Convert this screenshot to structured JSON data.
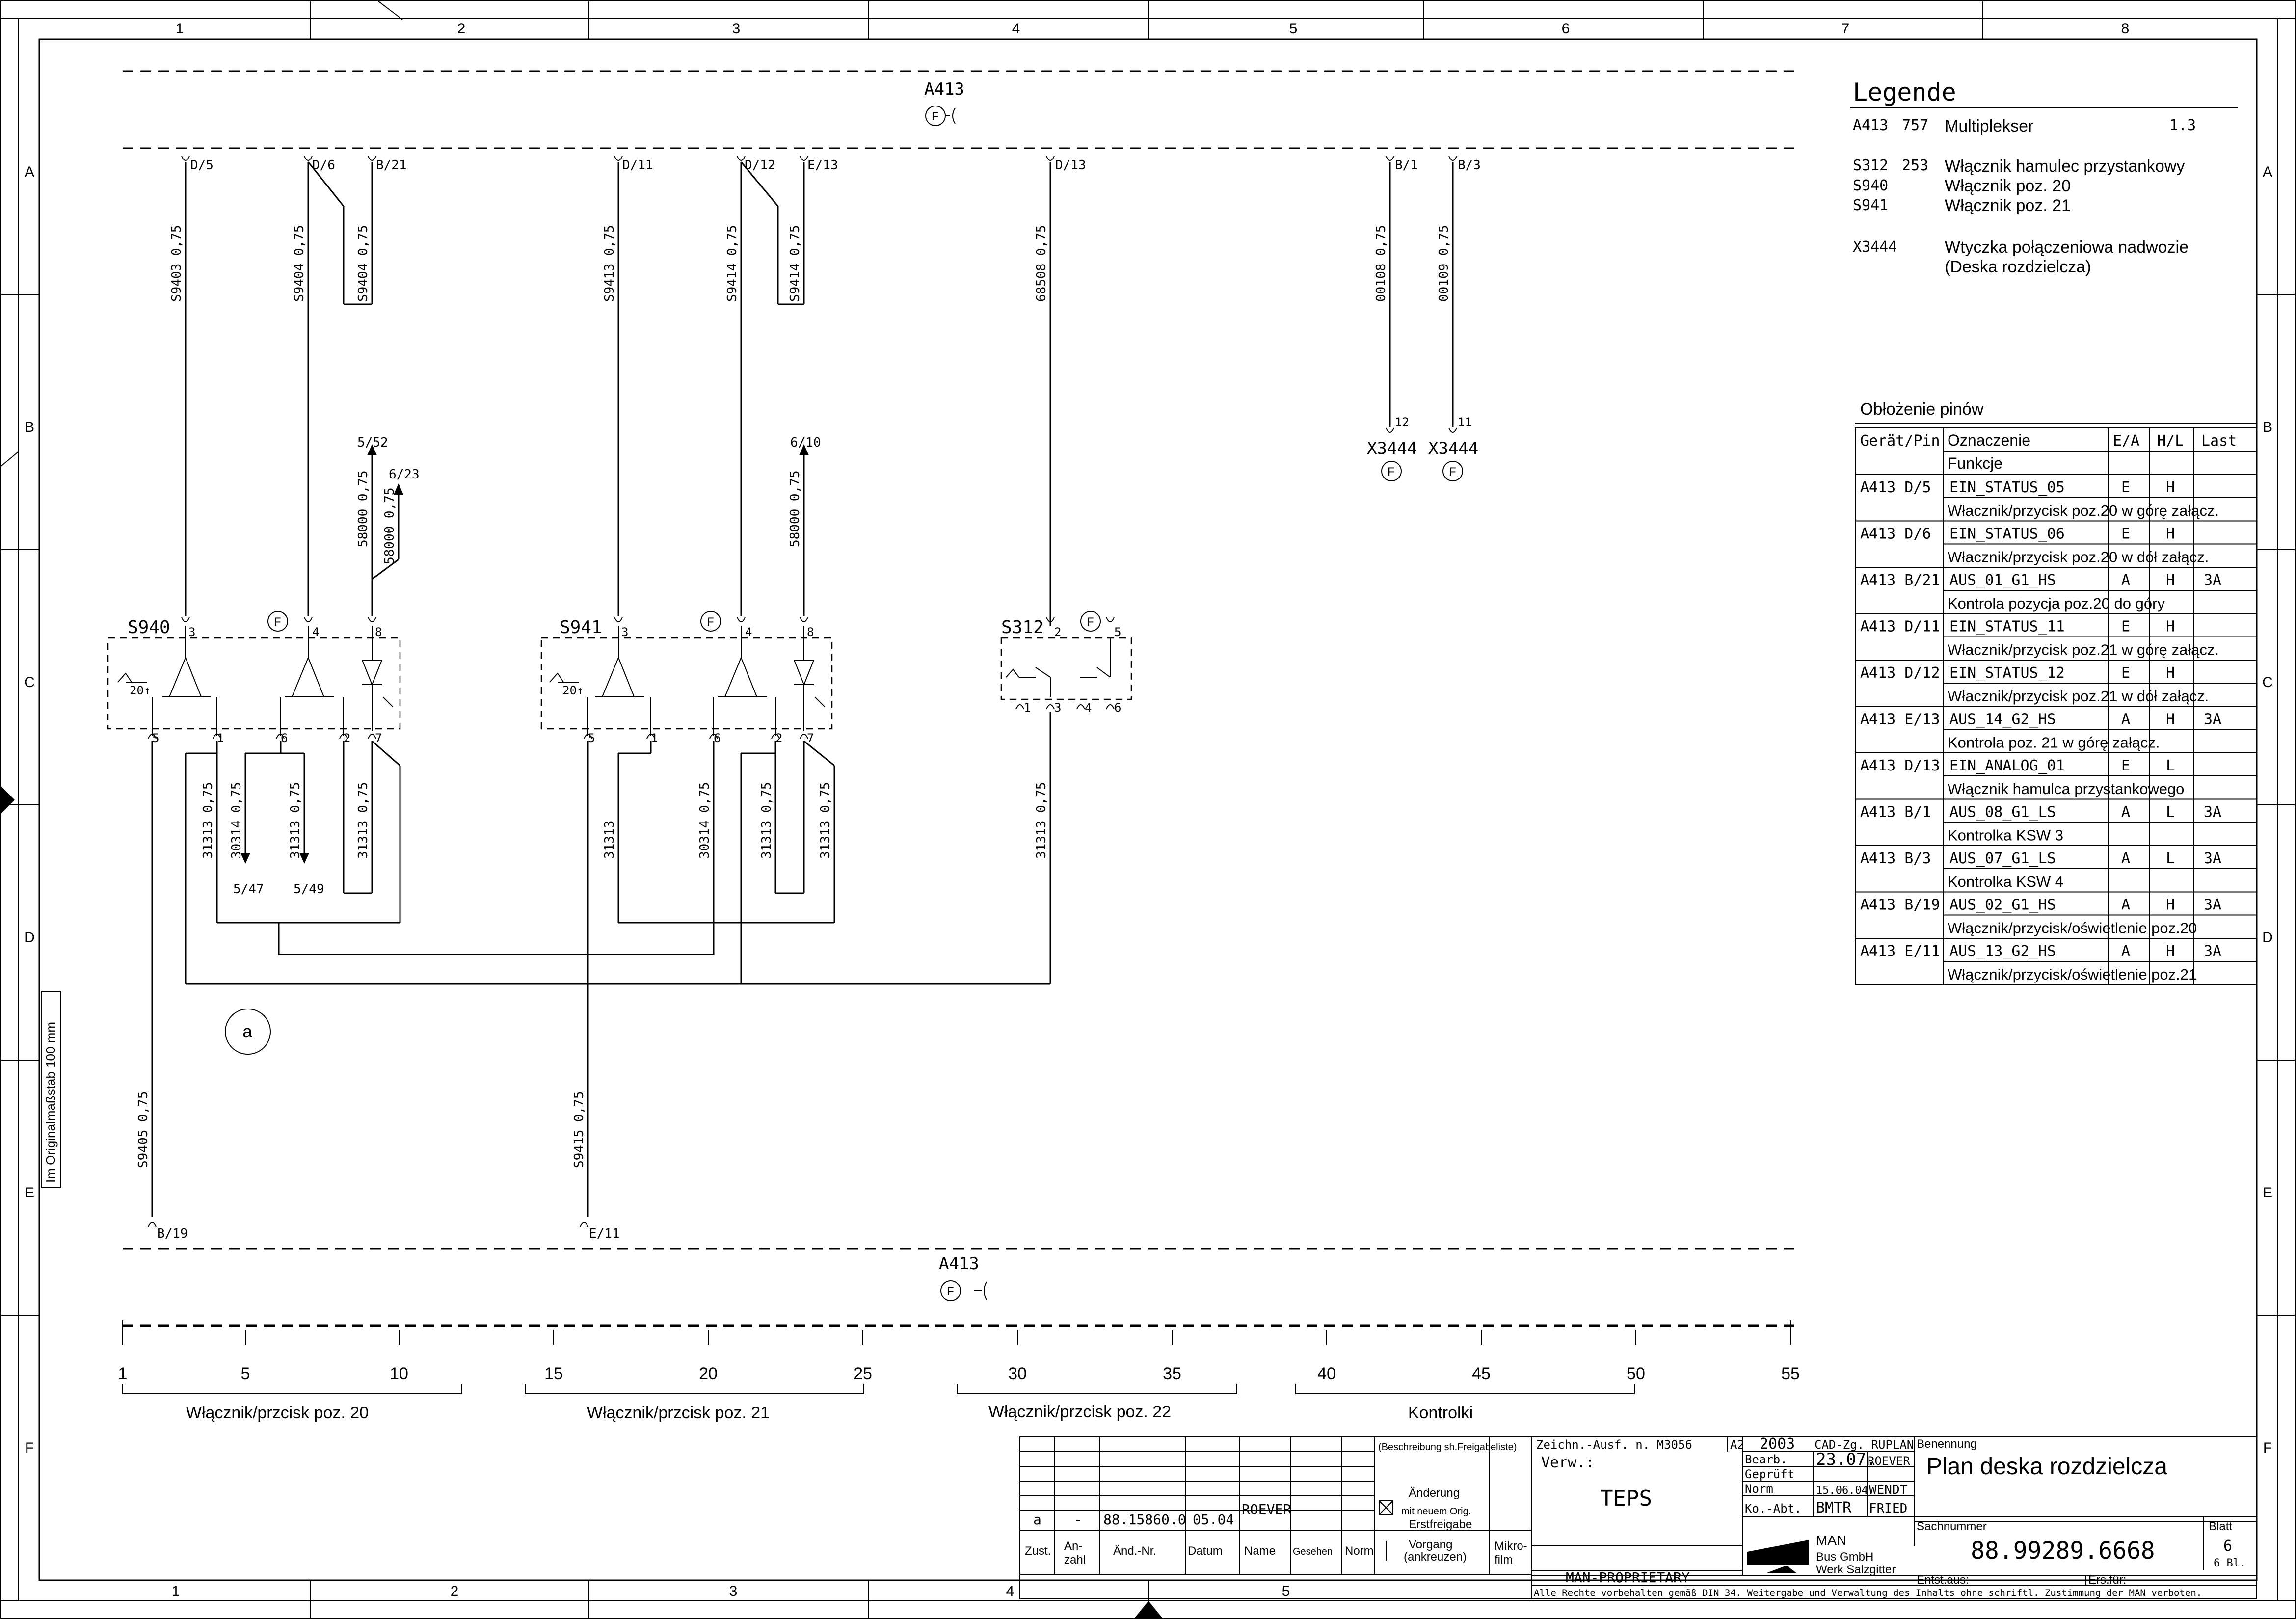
{
  "sheet": {
    "columns": [
      "1",
      "2",
      "3",
      "4",
      "5",
      "6",
      "7",
      "8"
    ],
    "rows": [
      "A",
      "B",
      "C",
      "D",
      "E",
      "F"
    ],
    "scale_note": "Im Originalmaßstab 100 mm"
  },
  "connector": {
    "name": "A413",
    "f_symbol": "F",
    "top_pins": [
      "D/5",
      "D/6",
      "B/21",
      "D/11",
      "D/12",
      "E/13",
      "D/13",
      "B/1",
      "B/3"
    ],
    "bottom_pins": [
      "B/19",
      "E/11"
    ]
  },
  "wires": {
    "top": [
      "S9403 0,75",
      "S9404 0,75",
      "S9404 0,75",
      "S9413 0,75",
      "S9414 0,75",
      "S9414 0,75",
      "68508 0,75",
      "00108 0,75",
      "00109 0,75"
    ],
    "mid": [
      "58000 0,75",
      "58000 0,75",
      "58000 0,75"
    ],
    "lower": [
      "31313 0,75",
      "30314 0,75",
      "31313 0,75",
      "31313 0,75",
      "31313",
      "30314 0,75",
      "31313 0,75",
      "31313 0,75",
      "31313 0,75"
    ],
    "bottom": [
      "S9405 0,75",
      "S9415 0,75"
    ]
  },
  "refs": [
    "5/52",
    "6/23",
    "6/10",
    "5/47",
    "5/49"
  ],
  "x3444": {
    "name": "X3444",
    "pins": [
      "12",
      "11"
    ]
  },
  "switches": {
    "s940": {
      "name": "S940",
      "pins": [
        "3",
        "4",
        "8",
        "5",
        "1",
        "6",
        "2",
        "7"
      ],
      "angle": "20↑"
    },
    "s941": {
      "name": "S941",
      "pins": [
        "3",
        "4",
        "8",
        "5",
        "1",
        "6",
        "2",
        "7"
      ],
      "angle": "20↑"
    },
    "s312": {
      "name": "S312",
      "pins": [
        "2",
        "5",
        "1",
        "3",
        "4",
        "6"
      ]
    }
  },
  "circle_marker": "a",
  "legend": {
    "title": "Legende",
    "rows": [
      {
        "code": "A413",
        "num": "757",
        "text": "Multiplekser",
        "extra": "1.3"
      },
      {
        "code": "S312",
        "num": "253",
        "text": "Włącznik hamulec przystankowy",
        "extra": ""
      },
      {
        "code": "S940",
        "num": "",
        "text": "Włącznik poz. 20",
        "extra": ""
      },
      {
        "code": "S941",
        "num": "",
        "text": "Włącznik poz. 21",
        "extra": ""
      },
      {
        "code": "X3444",
        "num": "",
        "text": "Wtyczka połączeniowa nadwozie",
        "extra": ""
      },
      {
        "code": "",
        "num": "",
        "text": "(Deska rozdzielcza)",
        "extra": ""
      }
    ]
  },
  "pin_table": {
    "title": "Obłożenie pinów",
    "headers": [
      "Gerät/Pin",
      "Oznaczenie",
      "E/A",
      "H/L",
      "Last"
    ],
    "subheader": "Funkcje",
    "rows": [
      {
        "dev": "A413  D/5",
        "sig": "EIN_STATUS_05",
        "ea": "E",
        "hl": "H",
        "last": "",
        "desc": "Włacznik/przycisk poz.20 w górę załącz."
      },
      {
        "dev": "A413  D/6",
        "sig": "EIN_STATUS_06",
        "ea": "E",
        "hl": "H",
        "last": "",
        "desc": "Włacznik/przycisk poz.20 w dół załącz."
      },
      {
        "dev": "A413  B/21",
        "sig": "AUS_01_G1_HS",
        "ea": "A",
        "hl": "H",
        "last": "3A",
        "desc": "Kontrola pozycja poz.20 do góry"
      },
      {
        "dev": "A413  D/11",
        "sig": "EIN_STATUS_11",
        "ea": "E",
        "hl": "H",
        "last": "",
        "desc": "Włacznik/przycisk poz.21 w górę załącz."
      },
      {
        "dev": "A413  D/12",
        "sig": "EIN_STATUS_12",
        "ea": "E",
        "hl": "H",
        "last": "",
        "desc": "Włacznik/przycisk poz.21 w dół załącz."
      },
      {
        "dev": "A413  E/13",
        "sig": "AUS_14_G2_HS",
        "ea": "A",
        "hl": "H",
        "last": "3A",
        "desc": "Kontrola poz. 21 w górę załącz."
      },
      {
        "dev": "A413  D/13",
        "sig": "EIN_ANALOG_01",
        "ea": "E",
        "hl": "L",
        "last": "",
        "desc": "Włącznik hamulca przystankowego"
      },
      {
        "dev": "A413  B/1",
        "sig": "AUS_08_G1_LS",
        "ea": "A",
        "hl": "L",
        "last": "3A",
        "desc": "Kontrolka          KSW 3"
      },
      {
        "dev": "A413  B/3",
        "sig": "AUS_07_G1_LS",
        "ea": "A",
        "hl": "L",
        "last": "3A",
        "desc": "Kontrolka          KSW 4"
      },
      {
        "dev": "A413  B/19",
        "sig": "AUS_02_G1_HS",
        "ea": "A",
        "hl": "H",
        "last": "3A",
        "desc": "Włącznik/przycisk/oświetlenie poz.20"
      },
      {
        "dev": "A413  E/11",
        "sig": "AUS_13_G2_HS",
        "ea": "A",
        "hl": "H",
        "last": "3A",
        "desc": "Włącznik/przycisk/oświetlenie poz.21"
      }
    ]
  },
  "ruler": {
    "labels": [
      "1",
      "5",
      "10",
      "15",
      "20",
      "25",
      "30",
      "35",
      "40",
      "45",
      "50",
      "55"
    ],
    "groups": [
      "Włącznik/przcisk poz. 20",
      "Włącznik/przcisk poz. 21",
      "Włącznik/przcisk poz. 22",
      "Kontrolki"
    ]
  },
  "title_block": {
    "rev_mark": "a",
    "rev_count": "-",
    "rev_no": "88.15860.0",
    "rev_date": "05.04",
    "rev_name": "ROEVER",
    "col_zust": "Zust.",
    "col_anzahl": "An-\nzahl",
    "col_aend": "Änd.-Nr.",
    "col_datum": "Datum",
    "col_name": "Name",
    "col_gesehen": "Gesehen",
    "col_norm": "Norm",
    "beschreibung": "(Beschreibung sh.Freigabeliste)",
    "aenderung": "Änderung",
    "mit_orig": "mit neuem Orig.",
    "erstfreigabe": "Erstfreigabe",
    "vorgang": "Vorgang\n(ankreuzen)",
    "mikrofilm": "Mikro-\nfilm",
    "zeichn": "Zeichn.-Ausf. n. M3056",
    "format": "A2",
    "year": "2003",
    "cad": "CAD-Zg. RUPLAN",
    "benennung_lbl": "Benennung",
    "benennung": "Plan deska rozdzielcza",
    "verw": "Verw.:",
    "teps": "TEPS",
    "bearb": "Bearb.",
    "bearb_date": "23.07.",
    "bearb_name": "ROEVER",
    "geprueft": "Geprüft",
    "norm_row": "Norm",
    "norm_date": "15.06.04",
    "norm_name": "WENDT",
    "koabt": "Ko.-Abt.",
    "koabt_code": "BMTR",
    "koabt_name": "FRIED",
    "sachnummer_lbl": "Sachnummer",
    "sachnummer": "88.99289.6668",
    "blatt_lbl": "Blatt",
    "blatt": "6",
    "blatt_total": "6  Bl.",
    "man_logo": "MAN",
    "company": "MAN\nBus GmbH\nWerk Salzgitter",
    "proprietary": "MAN-PROPRIETARY",
    "entst": "Entst.aus:",
    "ersfuer": "Ers.für:",
    "copyright": "Alle Rechte vorbehalten gemäß DIN 34. Weitergabe und Verwaltung des Inhalts ohne schriftl. Zustimmung der MAN verboten."
  }
}
